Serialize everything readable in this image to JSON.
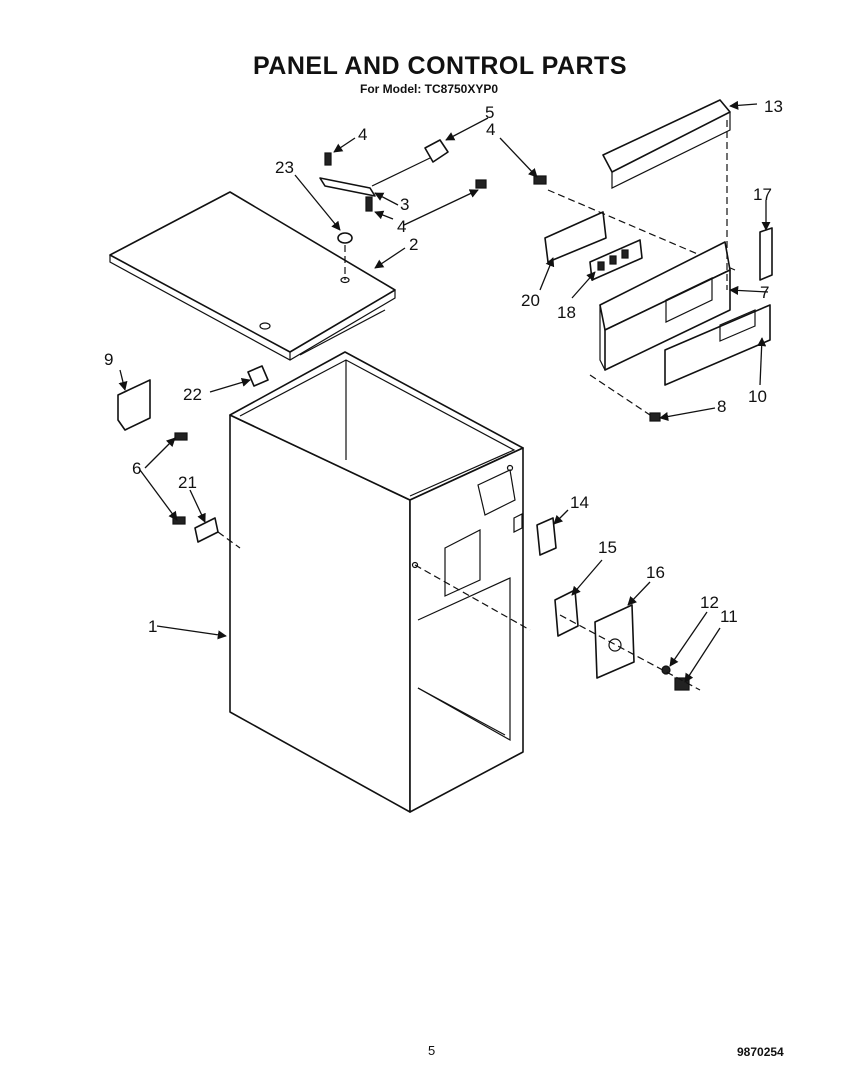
{
  "header": {
    "title": "PANEL AND CONTROL PARTS",
    "subtitle": "For Model: TC8750XYP0"
  },
  "footer": {
    "page_number": "5",
    "document_number": "9870254"
  },
  "callouts": [
    "1",
    "2",
    "3",
    "4",
    "4",
    "4",
    "5",
    "6",
    "7",
    "8",
    "9",
    "10",
    "11",
    "12",
    "13",
    "14",
    "15",
    "16",
    "17",
    "18",
    "20",
    "21",
    "22",
    "23"
  ]
}
